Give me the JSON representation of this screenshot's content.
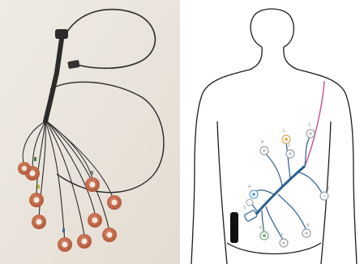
{
  "image": {
    "left_panel": {
      "subject": "ecg-electrode-lead-wire-harness",
      "electrode_count": 10,
      "background_color": "#e9e3db",
      "electrode_pad_color": "#c46a4a"
    },
    "right_panel": {
      "subject": "torso-outline-with-electrode-placement",
      "outline_color": "#1c1c1c",
      "cable_color": "#2a5f8f",
      "shoulder_lead_color": "#c2508a",
      "electrode_labels": [
        "R",
        "L",
        "1",
        "2",
        "3",
        "4",
        "5",
        "6",
        "7",
        "8"
      ]
    }
  }
}
